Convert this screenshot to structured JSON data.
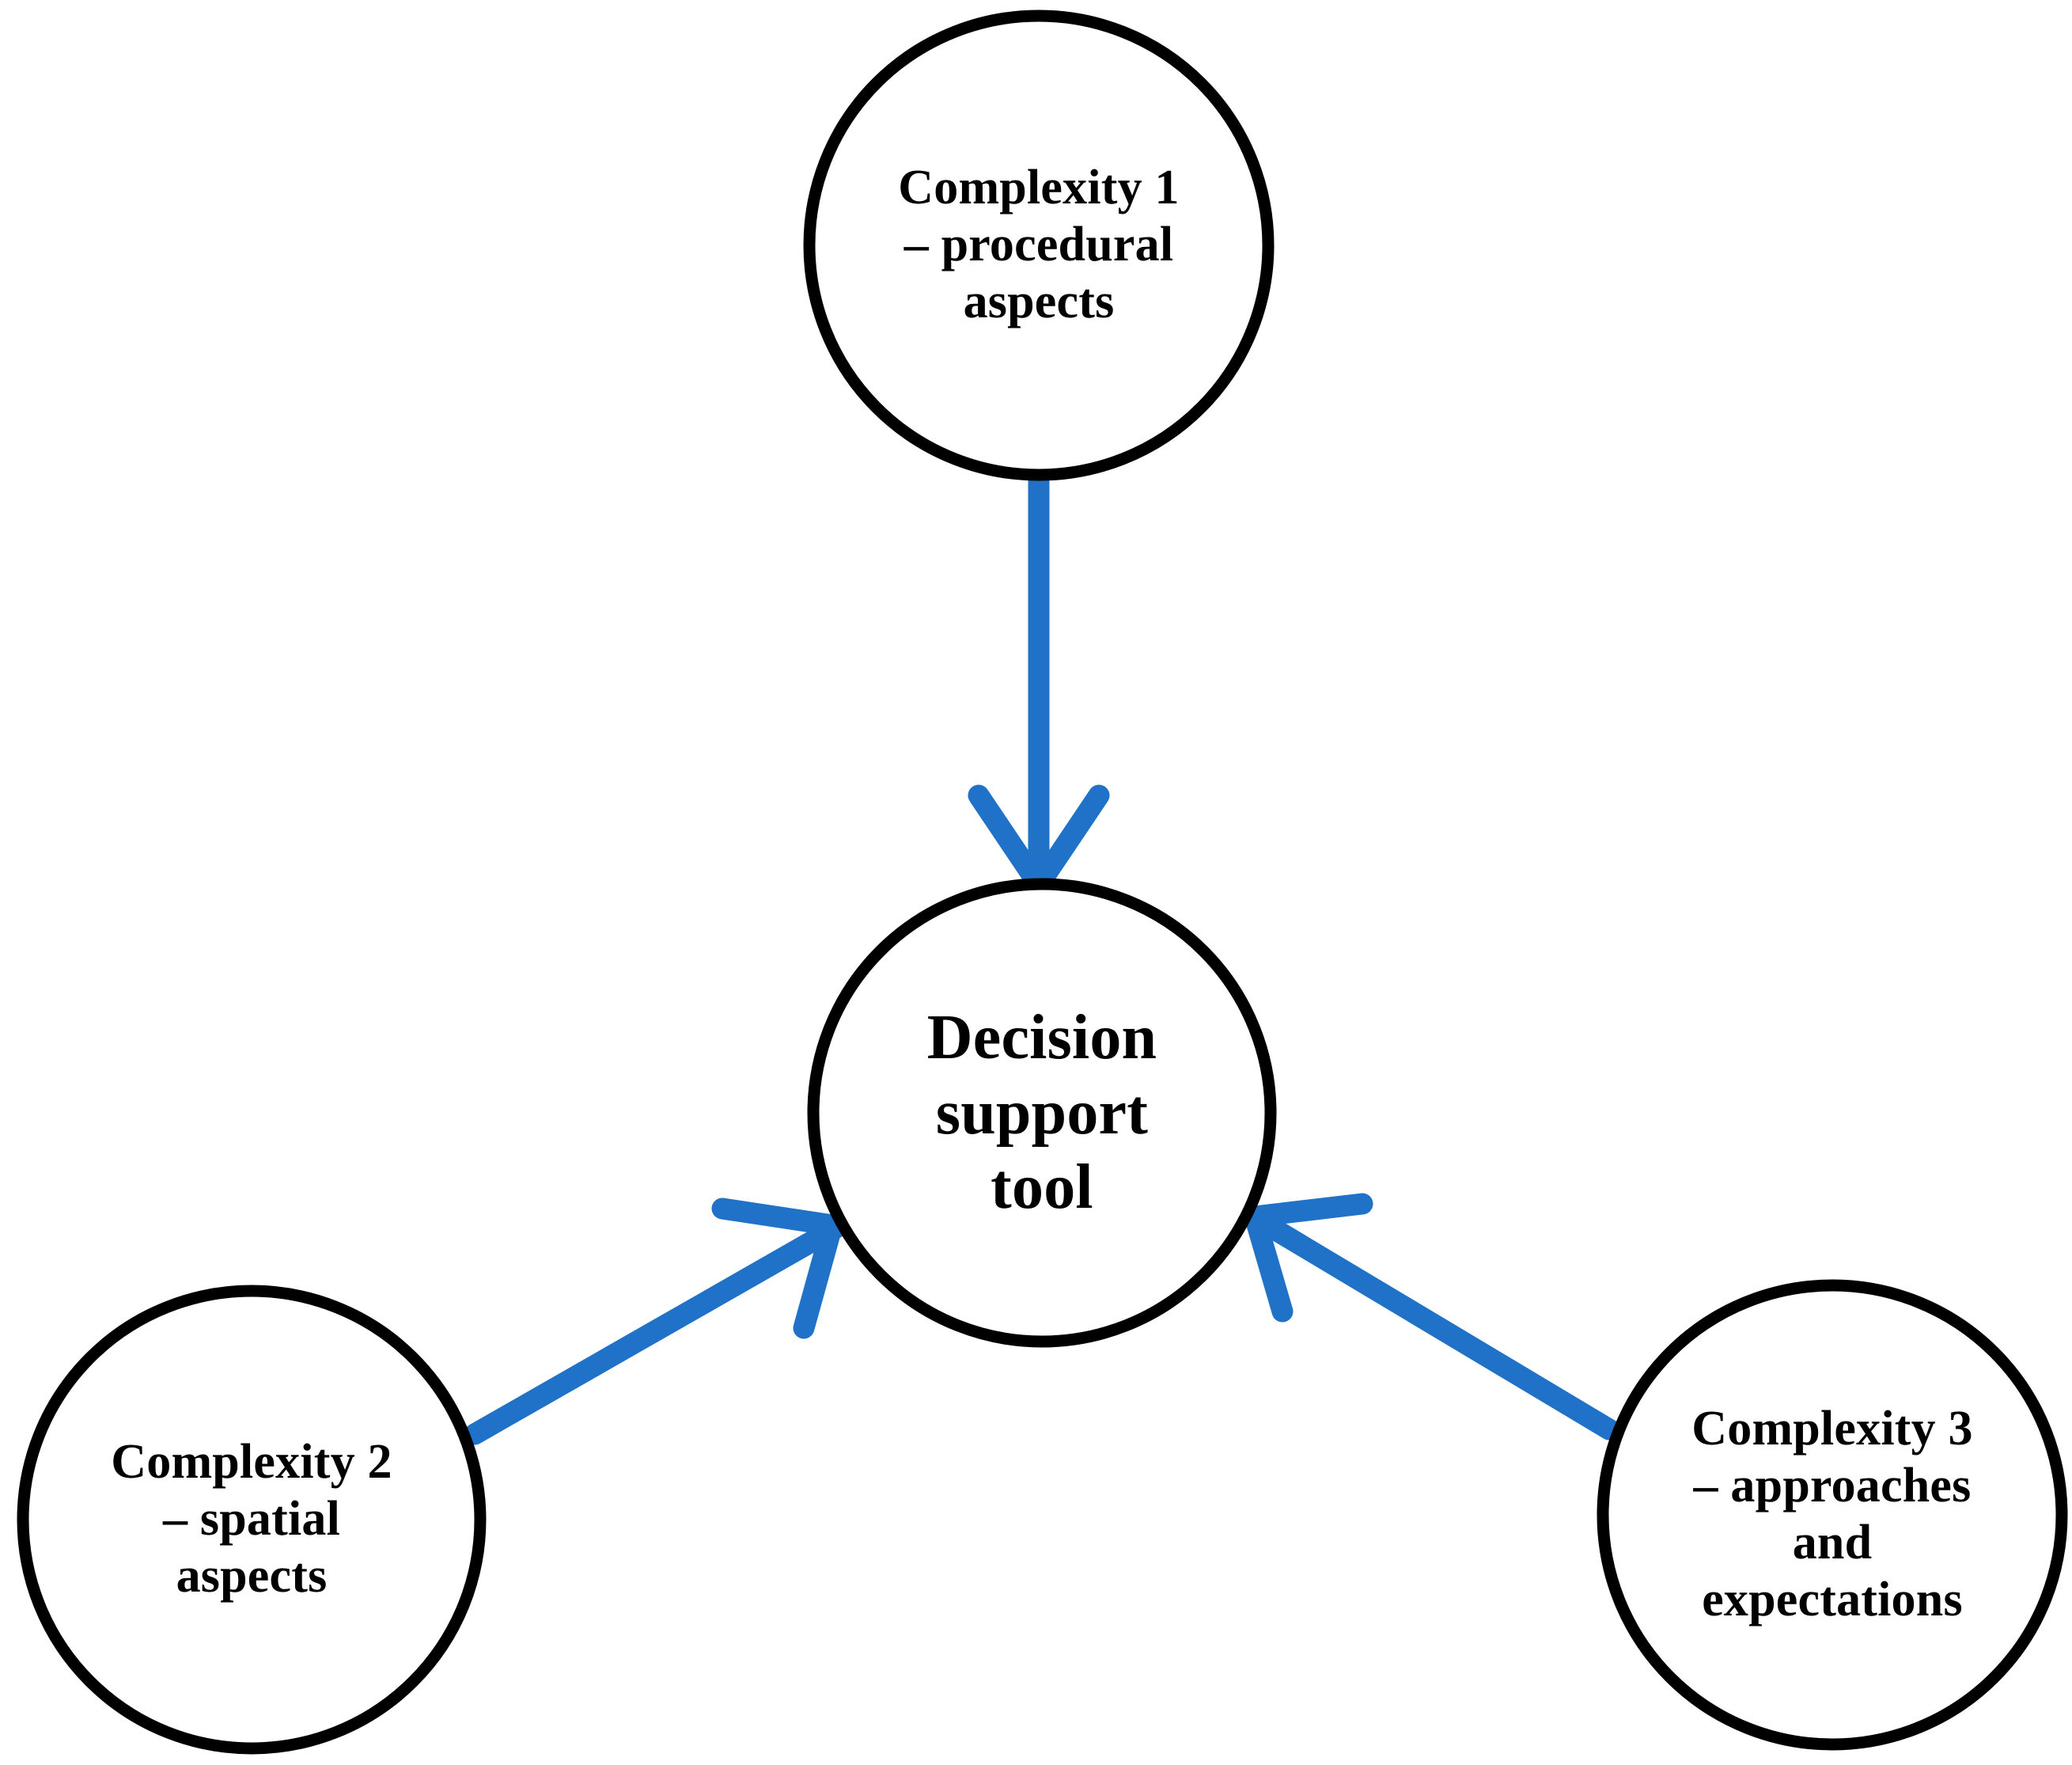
{
  "diagram": {
    "type": "concept-diagram",
    "background_color": "#ffffff",
    "node_stroke_color": "#000000",
    "node_fill_color": "#ffffff",
    "arrow_color": "#1f72c8",
    "nodes": [
      {
        "id": "complexity-1",
        "label": "Complexity 1\n– procedural\naspects",
        "position": "top"
      },
      {
        "id": "decision-support-tool",
        "label": "Decision\nsupport\ntool",
        "position": "center"
      },
      {
        "id": "complexity-2",
        "label": "Complexity 2\n– spatial\naspects",
        "position": "bottom-left"
      },
      {
        "id": "complexity-3",
        "label": "Complexity 3\n– approaches\nand\nexpectations",
        "position": "bottom-right"
      }
    ],
    "edges": [
      {
        "id": "edge-1",
        "from": "complexity-1",
        "to": "decision-support-tool",
        "direction": "down"
      },
      {
        "id": "edge-2",
        "from": "complexity-2",
        "to": "decision-support-tool",
        "direction": "up-right"
      },
      {
        "id": "edge-3",
        "from": "complexity-3",
        "to": "decision-support-tool",
        "direction": "up-left"
      }
    ]
  }
}
